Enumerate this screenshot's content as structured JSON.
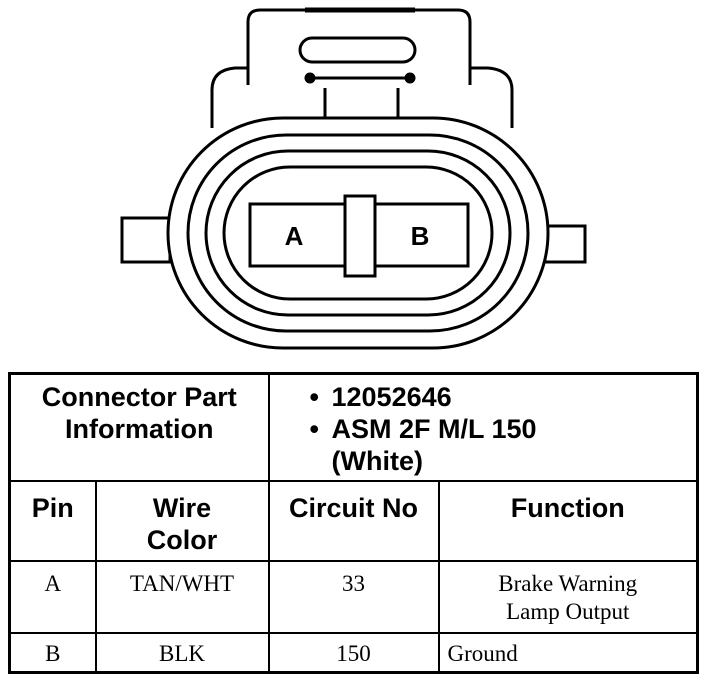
{
  "connector": {
    "pins": [
      {
        "label": "A"
      },
      {
        "label": "B"
      }
    ]
  },
  "part_info": {
    "label_line1": "Connector Part",
    "label_line2": "Information",
    "bullets": [
      {
        "bullet": "•",
        "text": "12052646"
      },
      {
        "bullet": "•",
        "text": "ASM 2F M/L 150"
      }
    ],
    "note": "(White)"
  },
  "table": {
    "headers": {
      "pin": "Pin",
      "wire_color_line1": "Wire",
      "wire_color_line2": "Color",
      "circuit_no": "Circuit No",
      "function": "Function"
    },
    "rows": [
      {
        "pin": "A",
        "wire_color": "TAN/WHT",
        "circuit_no": "33",
        "function_line1": "Brake Warning",
        "function_line2": "Lamp Output"
      },
      {
        "pin": "B",
        "wire_color": "BLK",
        "circuit_no": "150",
        "function_line1": "Ground",
        "function_line2": ""
      }
    ]
  }
}
